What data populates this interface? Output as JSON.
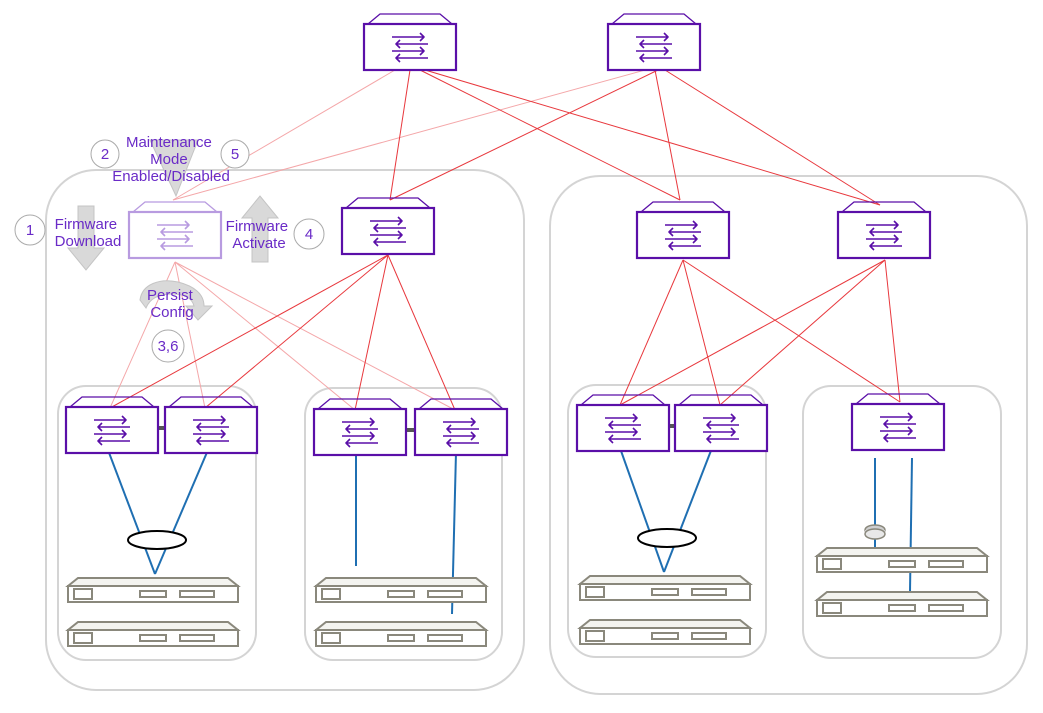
{
  "steps": {
    "s1": {
      "number": "1",
      "label": [
        "Firmware",
        "Download"
      ]
    },
    "s2": {
      "number": "2"
    },
    "s5": {
      "number": "5"
    },
    "maintenance": {
      "label": [
        "Maintenance",
        "Mode",
        "Enabled/Disabled"
      ]
    },
    "s4": {
      "number": "4",
      "label": [
        "Firmware",
        "Activate"
      ]
    },
    "persist": {
      "label": [
        "Persist",
        "Config"
      ]
    },
    "s36": {
      "number": "3,6"
    }
  },
  "colors": {
    "switch": "#5a0fa8",
    "switch_faded": "#b89be0",
    "label": "#6a2bc7",
    "link": "#e8383d",
    "link_faded": "#f4a7a9",
    "host_link": "#1f6fb2",
    "group_border": "#d4d4d4",
    "server": "#8a887c",
    "arrow": "#d9d9d9"
  },
  "icons": [
    "switch-icon",
    "server-icon",
    "lag-ellipse-icon",
    "disk-icon",
    "arrow-down-icon",
    "arrow-up-icon",
    "curved-arrow-icon"
  ]
}
